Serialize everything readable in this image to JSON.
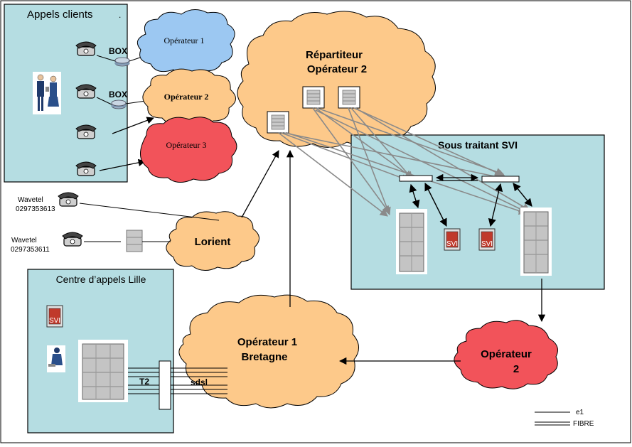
{
  "panels": {
    "appels_clients": {
      "title": "Appels clients",
      "mark": "."
    },
    "svi": {
      "title": "Sous traitant SVI"
    },
    "lille": {
      "title": "Centre d’appels Lille"
    }
  },
  "clouds": {
    "operateur1": "Opérateur 1",
    "operateur2_small": "Opérateur 2",
    "operateur3": "Opérateur 3",
    "repartiteur_line1": "Répartiteur",
    "repartiteur_line2": "Opérateur 2",
    "lorient": "Lorient",
    "bretagne_line1": "Opérateur 1",
    "bretagne_line2": "Bretagne",
    "operateur2_red_line1": "Opérateur",
    "operateur2_red_line2": "2"
  },
  "labels": {
    "box1": "BOX",
    "box2": "BOX",
    "svi1": "SVI",
    "svi2": "SVI",
    "svi_lille": "SVI",
    "t2": "T2",
    "sdsl": "sdsl"
  },
  "wavetel": {
    "line1": {
      "name": "Wavetel",
      "number": "0297353613"
    },
    "line2": {
      "name": "Wavetel",
      "number": "0297353611"
    }
  },
  "legend": {
    "e1": "e1",
    "fibre": "FIBRE"
  },
  "colors": {
    "panel_fill": "#b5dde2",
    "cloud_orange": "#fdc98a",
    "cloud_blue": "#9cc8f2",
    "cloud_red": "#f2535a",
    "link_gray": "#8a8a8a"
  },
  "icons": [
    "phone-icon",
    "router-icon",
    "server-icon",
    "svi-unit-icon",
    "people-icon",
    "operator-person-icon"
  ]
}
